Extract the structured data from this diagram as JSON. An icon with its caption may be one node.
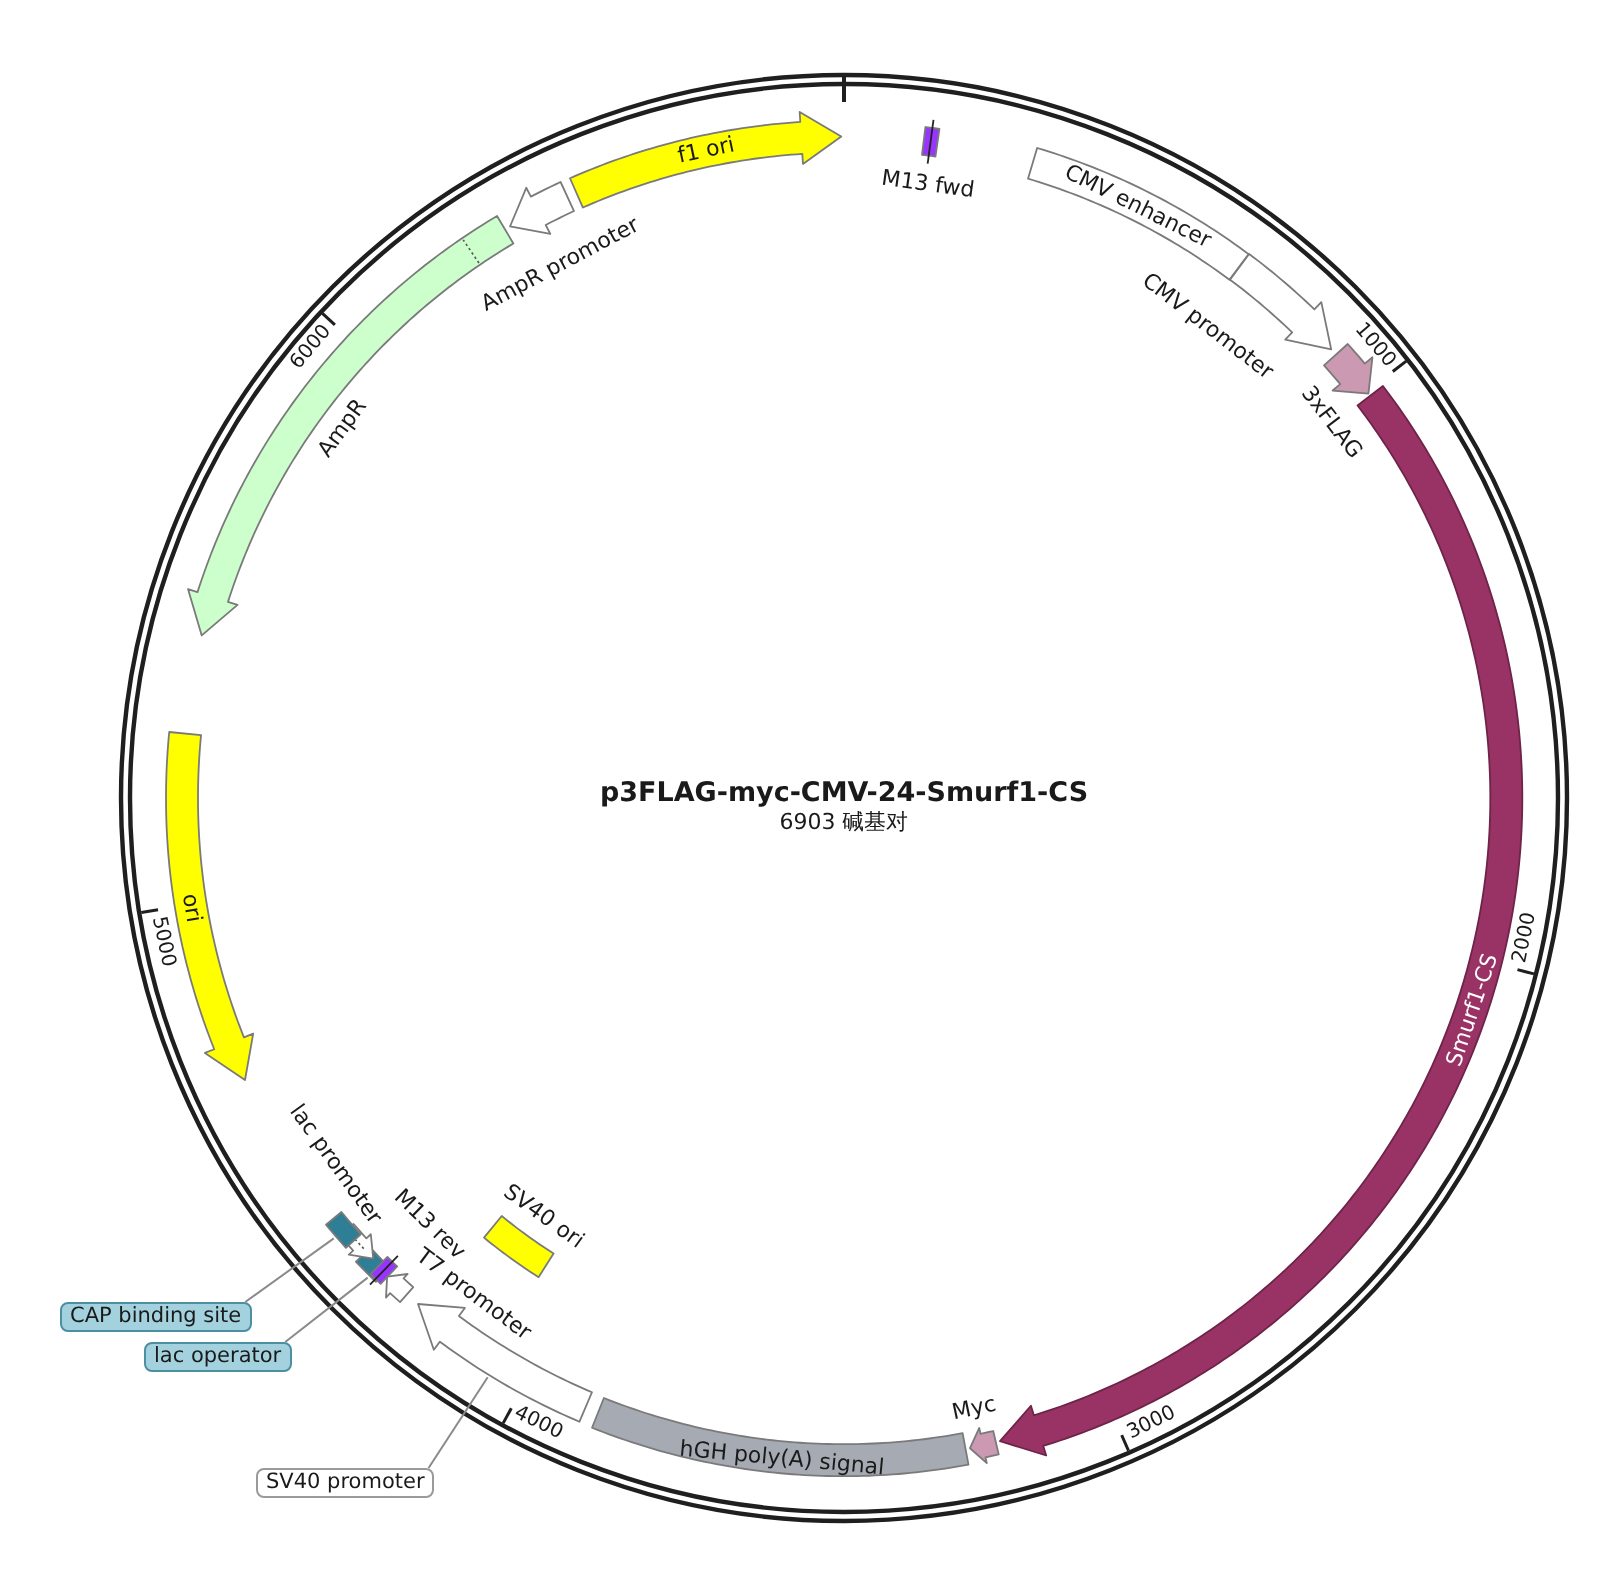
{
  "diagram": {
    "title": "p3FLAG-myc-CMV-24-Smurf1-CS",
    "nodes": [
      {
        "text": [
          "f1 ori"
        ]
      },
      {
        "text": [
          "M13 fwd"
        ]
      },
      {
        "text": [
          "CMV enhancer"
        ]
      },
      {
        "text": [
          "CMV promoter"
        ]
      },
      {
        "text": [
          "3xFLAG"
        ]
      },
      {
        "text": [
          "Smurf1-CS"
        ]
      },
      {
        "text": [
          "Myc"
        ]
      },
      {
        "text": [
          "hGH poly(A) signal"
        ]
      },
      {
        "text": [],
        "shape": "arrow"
      },
      {
        "text": [
          "SV40 promoter"
        ]
      },
      {
        "text": [
          "T7 promoter"
        ]
      },
      {
        "text": [
          "SV40 ori"
        ]
      },
      {
        "text": [],
        "shape": "box"
      },
      {
        "text": [
          "lac operator"
        ]
      },
      {
        "text": [
          "M13 rev"
        ]
      },
      {
        "text": [
          "lac promoter"
        ]
      },
      {
        "text": [],
        "shape": "box"
      },
      {
        "text": [
          "CAP binding site"
        ]
      },
      {
        "text": [
          "ori"
        ]
      },
      {
        "text": [
          "AmpR"
        ]
      },
      {
        "text": [
          "AmpR promoter"
        ]
      }
    ],
    "edges": [
      {
        "from": 9,
        "to": 8,
        "arrow": "none"
      },
      {
        "from": 13,
        "to": 12,
        "arrow": "none"
      },
      {
        "from": 17,
        "to": 16,
        "arrow": "none"
      }
    ],
    "labels": [
      "6903 碱基对",
      "1000",
      "2000",
      "3000",
      "4000",
      "5000",
      "6000"
    ]
  }
}
